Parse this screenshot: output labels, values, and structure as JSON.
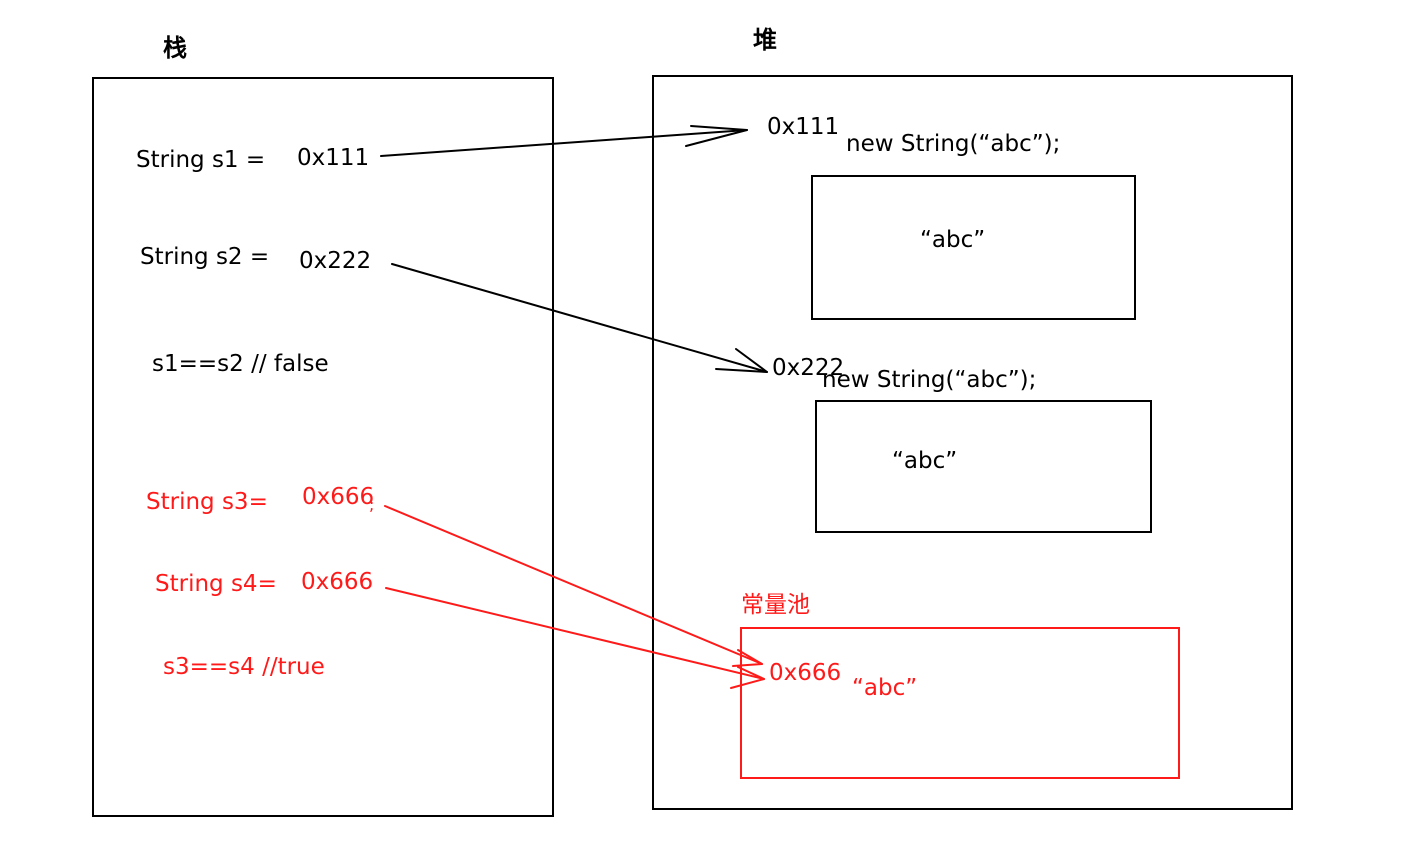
{
  "stack": {
    "title": "栈",
    "s1_decl": "String   s1 =",
    "s1_ref": "0x111",
    "s2_decl": "String s2 =",
    "s2_ref": "0x222",
    "compare1": "s1==s2  // false",
    "s3_decl": "String    s3=",
    "s3_ref": "0x666",
    "s3_semicolon": ";",
    "s4_decl": "String s4=",
    "s4_ref": "0x666",
    "compare2": "s3==s4  //true"
  },
  "heap": {
    "title": "堆",
    "obj1": {
      "address": "0x111",
      "expr": "new  String(“abc”);",
      "value": "“abc”"
    },
    "obj2": {
      "address": "0x222",
      "expr": "new String(“abc”);",
      "value": "“abc”"
    },
    "pool": {
      "title": "常量池",
      "address": "0x666",
      "value": "“abc”"
    }
  },
  "colors": {
    "black": "#000000",
    "red": "#ff1a1a"
  }
}
